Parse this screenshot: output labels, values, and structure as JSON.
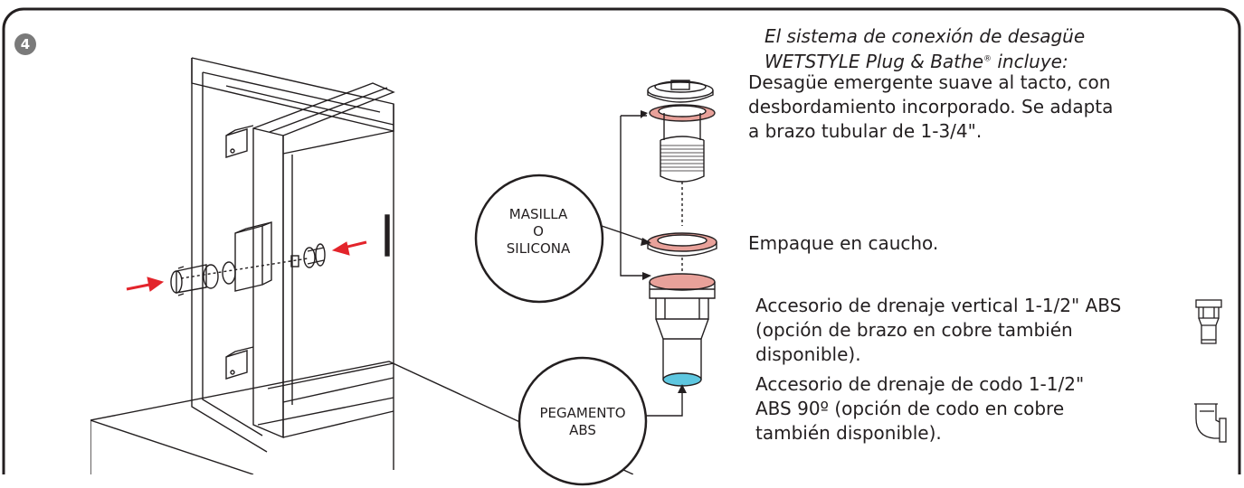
{
  "step": {
    "number": "4"
  },
  "heading": {
    "line1": "El sistema de conexión de desagüe",
    "line2_main": "WETSTYLE Plug & Bathe",
    "line2_mark": "®",
    "line2_tail": " incluye:"
  },
  "components": [
    {
      "lines": [
        "Desagüe emergente suave al tacto, con",
        "desbordamiento incorporado. Se adapta",
        "a brazo tubular de 1-3/4\"."
      ]
    },
    {
      "lines": [
        "Empaque en caucho."
      ]
    },
    {
      "lines": [
        "Accesorio de drenaje vertical 1-1/2\" ABS",
        "(opción de brazo en cobre también",
        "disponible)."
      ]
    },
    {
      "lines": [
        "Accesorio de drenaje de codo 1-1/2\"",
        "ABS 90º  (opción de codo en cobre",
        "también disponible)."
      ]
    }
  ],
  "callouts": {
    "sealant": {
      "lines": [
        "MASILLA",
        "O",
        "SILICONA"
      ]
    },
    "glue": {
      "lines": [
        "PEGAMENTO",
        "ABS"
      ]
    }
  },
  "colors": {
    "frame": "#231f20",
    "arrow": "#e3242b",
    "gasket_pink": "#e8a19a",
    "glue_blue": "#5ec7e0",
    "badge": "#7a7a7a"
  },
  "icons": [
    "red-arrow-icon",
    "vertical-drain-fitting-icon",
    "elbow-drain-fitting-icon"
  ]
}
